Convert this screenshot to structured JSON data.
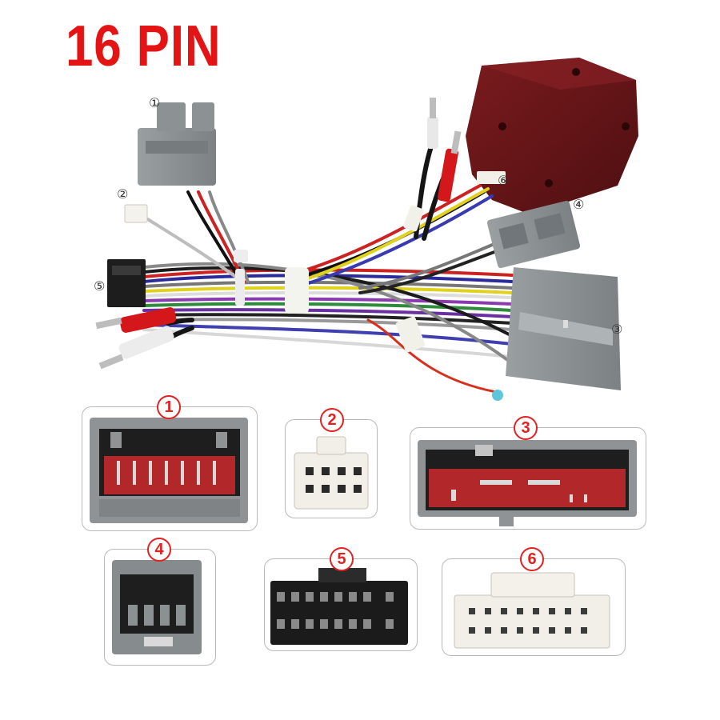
{
  "title": "16 PIN",
  "callouts": [
    "①",
    "②",
    "③",
    "④",
    "⑤",
    "⑥"
  ],
  "connector_labels": [
    "1",
    "2",
    "3",
    "4",
    "5",
    "6"
  ],
  "colors": {
    "title": "#e41414",
    "badge": "#e42020",
    "connector_grey": "#8a8f92",
    "module_red": "#6b1518",
    "connector_white": "#f2efe9",
    "connector_black": "#1d1d1d"
  }
}
